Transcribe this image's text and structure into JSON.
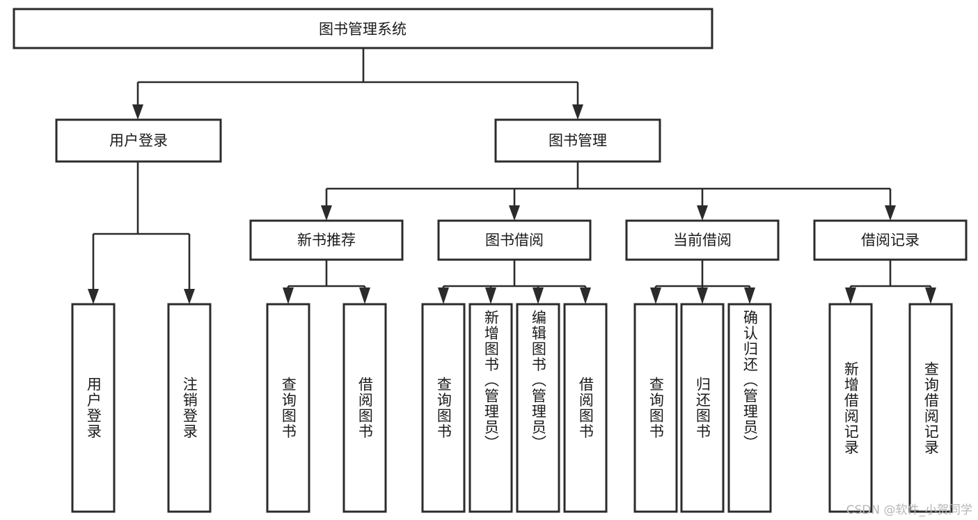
{
  "meta": {
    "title": "图书管理系统功能结构图",
    "watermark": "CSDN @软件_小贺同学"
  },
  "colors": {
    "box_stroke": "#2b2b2b",
    "box_fill": "#ffffff",
    "text": "#1a1a1a",
    "connector": "#2b2b2b",
    "watermark": "#b6b6b6",
    "background": "#ffffff"
  },
  "chart_data": {
    "type": "diagram",
    "diagram_kind": "tree-hierarchy",
    "title": "图书管理系统",
    "orientation": "top-down",
    "levels": 4,
    "root": {
      "id": "root",
      "label": "图书管理系统",
      "children": [
        {
          "id": "user-login",
          "label": "用户登录",
          "children": [
            {
              "id": "user-login-do",
              "label": "用户登录"
            },
            {
              "id": "user-logout",
              "label": "注销登录"
            }
          ]
        },
        {
          "id": "book-manage",
          "label": "图书管理",
          "children": [
            {
              "id": "new-book-rec",
              "label": "新书推荐",
              "children": [
                {
                  "id": "nb-query",
                  "label": "查询图书"
                },
                {
                  "id": "nb-borrow",
                  "label": "借阅图书"
                }
              ]
            },
            {
              "id": "book-borrow",
              "label": "图书借阅",
              "children": [
                {
                  "id": "bb-query",
                  "label": "查询图书"
                },
                {
                  "id": "bb-add",
                  "label": "新增图书（管理员）"
                },
                {
                  "id": "bb-edit",
                  "label": "编辑图书（管理员）"
                },
                {
                  "id": "bb-borrow",
                  "label": "借阅图书"
                }
              ]
            },
            {
              "id": "current-borrow",
              "label": "当前借阅",
              "children": [
                {
                  "id": "cb-query",
                  "label": "查询图书"
                },
                {
                  "id": "cb-return",
                  "label": "归还图书"
                },
                {
                  "id": "cb-confirm",
                  "label": "确认归还（管理员）"
                }
              ]
            },
            {
              "id": "borrow-record",
              "label": "借阅记录",
              "children": [
                {
                  "id": "br-add",
                  "label": "新增借阅记录"
                },
                {
                  "id": "br-query",
                  "label": "查询借阅记录"
                }
              ]
            }
          ]
        }
      ]
    }
  },
  "nodes": {
    "root": {
      "label": "图书管理系统"
    },
    "level2": [
      {
        "key": "user-login",
        "label": "用户登录"
      },
      {
        "key": "book-manage",
        "label": "图书管理"
      }
    ],
    "level3": [
      {
        "key": "new-book-rec",
        "label": "新书推荐"
      },
      {
        "key": "book-borrow",
        "label": "图书借阅"
      },
      {
        "key": "current-borrow",
        "label": "当前借阅"
      },
      {
        "key": "borrow-record",
        "label": "借阅记录"
      }
    ],
    "leaves": [
      {
        "key": "user-login-do",
        "label": "用户登录"
      },
      {
        "key": "user-logout",
        "label": "注销登录"
      },
      {
        "key": "nb-query",
        "label": "查询图书"
      },
      {
        "key": "nb-borrow",
        "label": "借阅图书"
      },
      {
        "key": "bb-query",
        "label": "查询图书"
      },
      {
        "key": "bb-add",
        "label": "新增图书（管理员）"
      },
      {
        "key": "bb-edit",
        "label": "编辑图书（管理员）"
      },
      {
        "key": "bb-borrow",
        "label": "借阅图书"
      },
      {
        "key": "cb-query",
        "label": "查询图书"
      },
      {
        "key": "cb-return",
        "label": "归还图书"
      },
      {
        "key": "cb-confirm",
        "label": "确认归还（管理员）"
      },
      {
        "key": "br-add",
        "label": "新增借阅记录"
      },
      {
        "key": "br-query",
        "label": "查询借阅记录"
      }
    ]
  }
}
